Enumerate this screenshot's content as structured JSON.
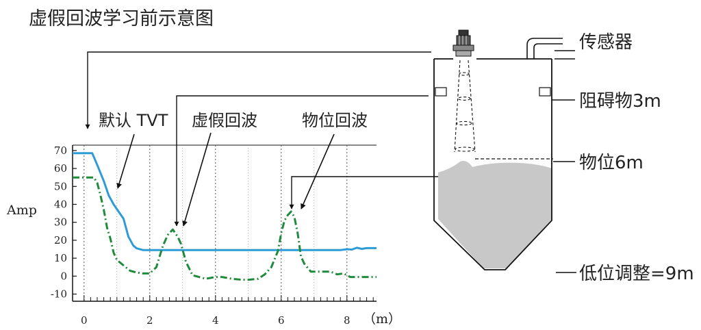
{
  "title": "虚假回波学习前示意图",
  "labels": {
    "default_tvt": "默认 TVT",
    "false_echo": "虚假回波",
    "material_echo": "物位回波",
    "sensor": "传感器",
    "obstacle": "阻碍物3m",
    "level": "物位6m",
    "low_adjust": "低位调整=9m"
  },
  "chart_data": {
    "type": "line",
    "ylabel": "Amp",
    "xlabel": "",
    "x_unit_label": "（m）",
    "xlim": [
      -0.35,
      8.9
    ],
    "ylim": [
      -14,
      73
    ],
    "y_ticks": [
      "70",
      "60",
      "50",
      "40",
      "30",
      "20",
      "10",
      "0",
      "-10"
    ],
    "x_ticks": [
      "0",
      "2",
      "4",
      "6",
      "8"
    ],
    "series": [
      {
        "style": "solid",
        "color": "#2e9bd6",
        "x": [
          -0.5,
          0.25,
          0.4,
          0.6,
          0.75,
          0.9,
          1.05,
          1.2,
          1.35,
          1.5,
          1.6,
          1.8,
          2.5,
          3.5,
          4.5,
          5.5,
          6.5,
          7.5,
          7.8,
          8.0,
          8.15,
          8.3,
          8.45,
          8.6,
          8.9
        ],
        "y": [
          68.5,
          68.5,
          62,
          53,
          45,
          40,
          36,
          32,
          22,
          17,
          15.5,
          14.5,
          14.5,
          14.5,
          14.5,
          14.5,
          14.5,
          14.5,
          14.5,
          15,
          14.8,
          15.8,
          15.2,
          15.6,
          15.6
        ]
      },
      {
        "style": "dash-dot",
        "color": "#1f8a3c",
        "x": [
          -0.5,
          0.3,
          0.4,
          0.5,
          0.6,
          0.7,
          0.8,
          0.9,
          1.0,
          1.2,
          1.4,
          1.6,
          1.8,
          2.0,
          2.2,
          2.4,
          2.55,
          2.7,
          2.85,
          2.95,
          3.1,
          3.3,
          3.5,
          3.7,
          4.0,
          4.2,
          4.5,
          4.8,
          5.0,
          5.3,
          5.5,
          5.7,
          5.9,
          6.0,
          6.1,
          6.2,
          6.3,
          6.4,
          6.5,
          6.6,
          6.7,
          6.9,
          7.2,
          7.5,
          7.7,
          7.9,
          8.1,
          8.3,
          8.5,
          8.9
        ],
        "y": [
          55,
          55,
          52,
          45,
          37,
          27,
          21,
          13,
          9,
          6,
          3,
          2,
          1.5,
          1.5,
          5,
          17,
          23,
          26,
          22,
          18,
          8,
          0.5,
          -0.5,
          -1.5,
          -0.5,
          -0.5,
          -1.5,
          -2,
          -2,
          -1.5,
          1,
          5,
          14,
          24,
          31,
          34,
          36,
          33,
          24,
          11,
          7,
          2.5,
          2.5,
          2.5,
          1,
          1.5,
          -0.5,
          -0.5,
          -0.5,
          -0.5
        ]
      }
    ]
  }
}
